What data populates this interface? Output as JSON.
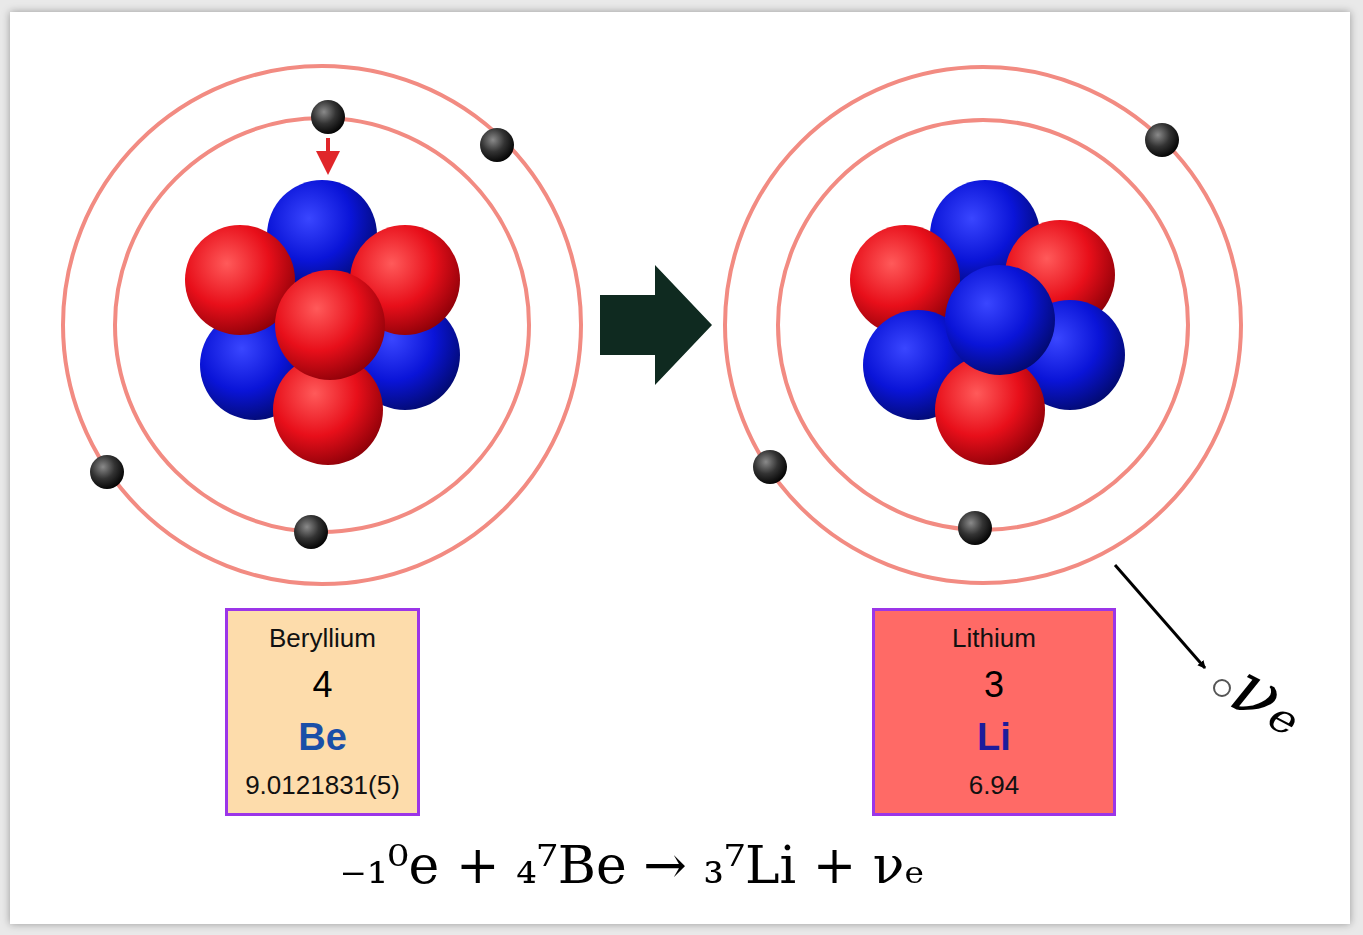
{
  "diagram": {
    "nodes": [
      {
        "text": [
          "Beryllium",
          "4",
          "Be",
          "9.0121831(5)"
        ]
      },
      {
        "text": [
          "Lithium",
          "3",
          "Li",
          "6.94"
        ]
      }
    ],
    "labels": [
      "νₑ",
      "₋₁⁰e + ₄⁷Be → ₃⁷Li + νₑ"
    ]
  }
}
